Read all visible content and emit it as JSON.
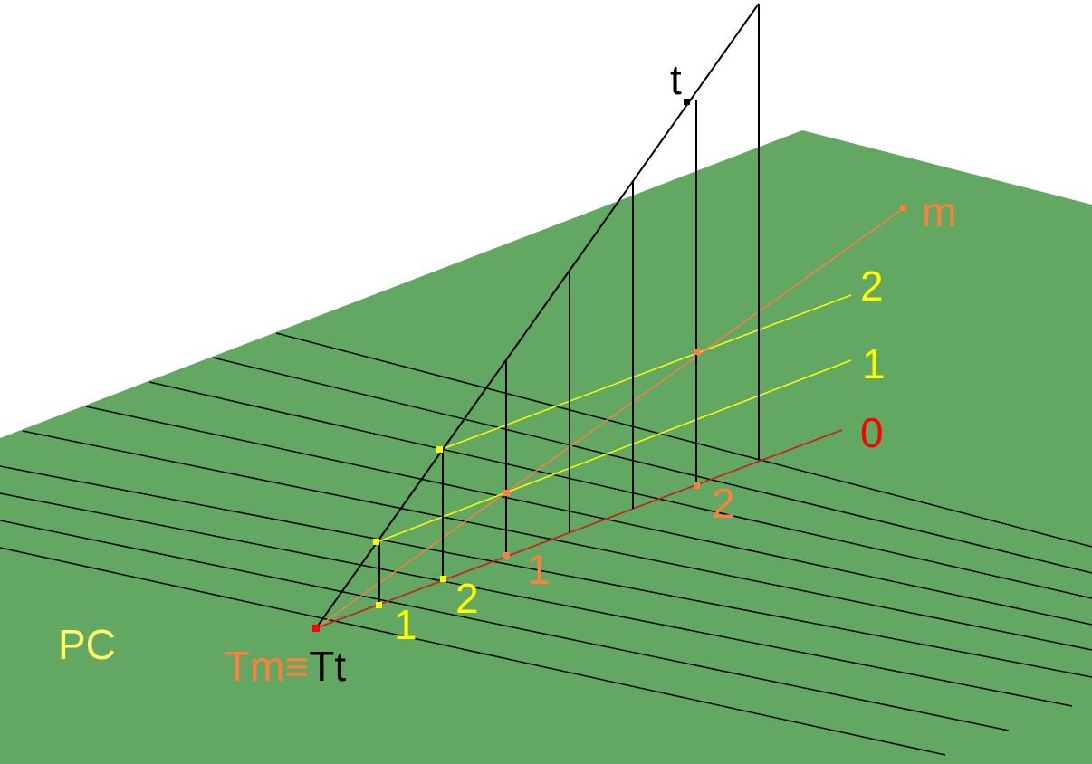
{
  "colors": {
    "plane": "#62a862",
    "line": "#000000",
    "yellow": "#ffff00",
    "orange": "#ff7f3f",
    "red": "#ff0000",
    "dark_red": "#c0281c",
    "label_yellow": "#ffff66"
  },
  "labels": {
    "line_t": "t",
    "line_m": "m",
    "level_2": "2",
    "level_1": "1",
    "level_0": "0",
    "m_point_1": "1",
    "m_point_2": "2",
    "t_point_1": "1",
    "t_point_2": "2",
    "plane_name": "PC",
    "trace_m": "Tm≡",
    "trace_t": "Tt"
  }
}
